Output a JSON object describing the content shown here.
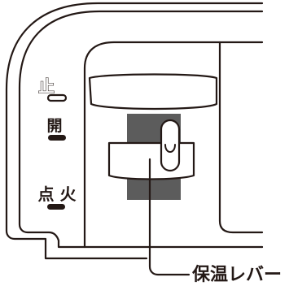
{
  "switch_labels": {
    "stop": "止",
    "open": "開",
    "ignition": "点 火"
  },
  "callout": {
    "label": "保温レバー"
  },
  "colors": {
    "line": "#231815",
    "slot": "#5c5c5c",
    "background": "#ffffff"
  }
}
